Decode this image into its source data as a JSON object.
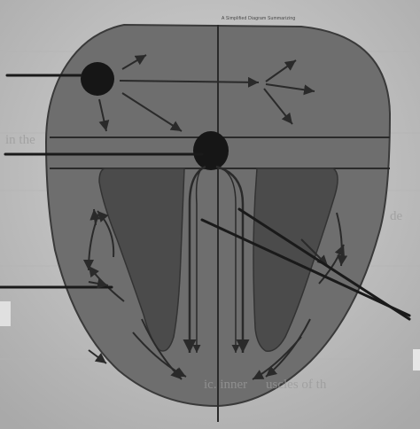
{
  "figure": {
    "header_caption": "A Simplified Diagram Summarizing",
    "background_text": {
      "line_1": "in the",
      "line_2": "de",
      "line_3": "ic. inner",
      "line_4": "uscles of th"
    },
    "leader_lines": [
      {
        "label": ""
      },
      {
        "label": ""
      },
      {
        "label": ""
      },
      {
        "label": ""
      }
    ]
  },
  "colors": {
    "paper": "#cfcfcf",
    "page_background": "#bdbdbd",
    "tongue_fill": "#6e6e6e",
    "inner_lobe_fill": "#4b4b4b",
    "line": "#1e1e1e",
    "dot": "#161616"
  }
}
